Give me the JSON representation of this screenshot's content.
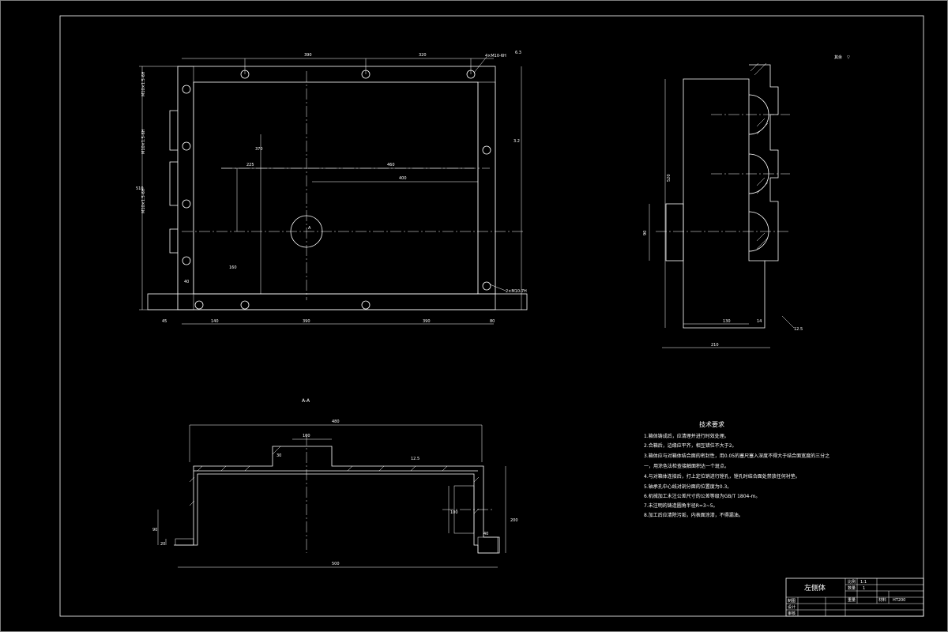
{
  "title_block": {
    "part_name": "左侧体",
    "scale_label": "比例",
    "scale_value": "1:1",
    "quantity_label": "数量",
    "quantity_value": "1",
    "weight_label": "重量",
    "material_label": "材料",
    "material_value": "HT200",
    "drafter_label": "制图",
    "designer_label": "设计",
    "reviewer_label": "审核"
  },
  "section_label": "A-A",
  "tech_requirements": {
    "heading": "技术要求",
    "items": [
      "1.箱体铸成后，应清理并进行时效处理。",
      "2.合箱后，边缘应平齐，相互错位不大于2。",
      "3.箱体应与对箱体结合面的密封性，用0.05的塞尺塞入深度不得大于结合面宽度的三分之",
      "一，用涂色法检查接触面积达一个斑点。",
      "4.与对箱体连接后，打上定位销进行镗孔，镗孔时结合面处禁放任何衬垫。",
      "5.轴承孔中心线对剖分面的位置度为0.3。",
      "6.机械加工未注公差尺寸的公差等级为GB/T 1804-m。",
      "7.未注明的铸造圆角半径R=3~5。",
      "8.加工后应清除污垢，内表面涂漆，不得漏油。"
    ]
  },
  "other_surface_note": "其余",
  "roughness_symbol": "▽",
  "dimensions": {
    "plan_view": {
      "top_1": "390",
      "top_2": "320",
      "left_overall": "510",
      "inner_width": "460",
      "inner_width2": "400",
      "offset_left": "225",
      "height_left": "370",
      "height_right": "160",
      "bottom_1": "140",
      "bottom_2": "390",
      "bottom_3": "390",
      "bottom_4": "80",
      "side_a": "45",
      "side_b": "40",
      "hole_callout_1": "4×M10-6H",
      "hole_callout_2": "2×M10-7H",
      "thread_labels": [
        "M10×1.5-6H",
        "M10×1.5-6H",
        "M10×1.5-6H"
      ],
      "roughness_1": "6.3",
      "roughness_2": "3.2",
      "center_mark": "A"
    },
    "side_view": {
      "overall_height": "520",
      "bottom_width": "210",
      "base_width": "130",
      "foot_height": "14",
      "boss_height": "90",
      "roughness": "12.5"
    },
    "section_view": {
      "overall_width": "480",
      "bottom_width": "500",
      "boss_width": "100",
      "boss_height": "30",
      "right_height": "200",
      "right_inner": "100",
      "left_height": "90",
      "left_foot": "20",
      "right_foot": "40",
      "roughness": "12.5"
    }
  }
}
